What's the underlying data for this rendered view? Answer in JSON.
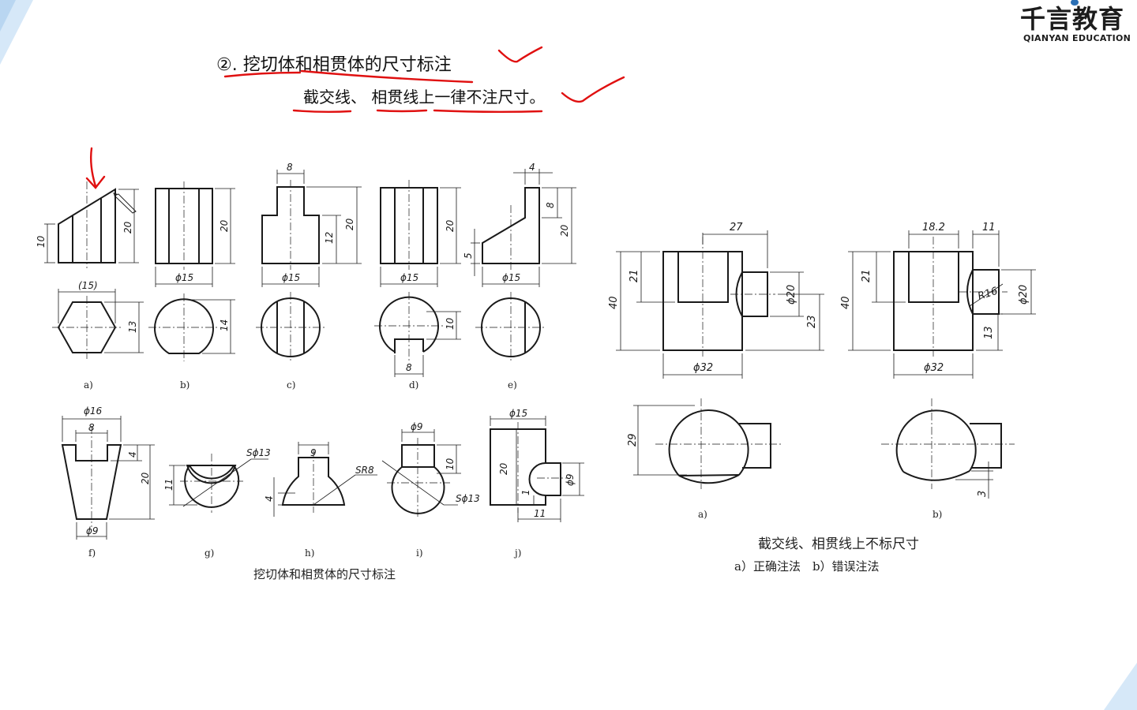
{
  "brand": {
    "name_cn": "千言教育",
    "name_en": "QIANYAN EDUCATION"
  },
  "heading": {
    "title": "②. 挖切体和相贯体的尺寸标注",
    "subtitle": "截交线、 相贯线上一律不注尺寸。"
  },
  "figure_left": {
    "caption": "挖切体和相贯体的尺寸标注",
    "sublabels": [
      "a)",
      "b)",
      "c)",
      "d)",
      "e)",
      "f)",
      "g)",
      "h)",
      "i)",
      "j)"
    ],
    "dims": {
      "a_h": "10",
      "a_v": "20",
      "a_w": "(15)",
      "a_hex": "13",
      "b_v": "20",
      "b_d": "ϕ15",
      "b_c": "14",
      "c_top": "8",
      "c_v1": "12",
      "c_v2": "20",
      "c_d": "ϕ15",
      "d_v": "20",
      "d_d": "ϕ15",
      "d_c": "10",
      "d_w": "8",
      "e_top": "4",
      "e_v1": "8",
      "e_v2": "20",
      "e_h": "5",
      "e_d": "ϕ15",
      "f_top": "ϕ16",
      "f_w": "8",
      "f_v1": "4",
      "f_v2": "20",
      "f_bot": "ϕ9",
      "g_s": "Sϕ13",
      "g_v": "11",
      "h_w": "9",
      "h_r": "SR8",
      "h_v": "4",
      "i_d": "ϕ9",
      "i_v": "10",
      "i_s": "Sϕ13",
      "j_d": "ϕ15",
      "j_v": "20",
      "j_d2": "ϕ9",
      "j_v2": "1",
      "j_w": "11"
    }
  },
  "figure_right": {
    "caption": "截交线、相贯线上不标尺寸",
    "caption2": "a）正确注法　b）错误注法",
    "sublabels": [
      "a)",
      "b)"
    ],
    "dims": {
      "a_top": "27",
      "a_h1": "40",
      "a_h2": "21",
      "a_d1": "ϕ20",
      "a_h3": "23",
      "a_bot": "ϕ32",
      "a_c": "29",
      "b_top1": "18.2",
      "b_top2": "11",
      "b_h1": "40",
      "b_h2": "21",
      "b_r": "R16",
      "b_d1": "ϕ20",
      "b_h3": "13",
      "b_bot": "ϕ32",
      "b_c": "3"
    }
  },
  "colors": {
    "ink": "#1a1a1a",
    "annotation": "#e01010",
    "corner": "#cfe3f6"
  }
}
